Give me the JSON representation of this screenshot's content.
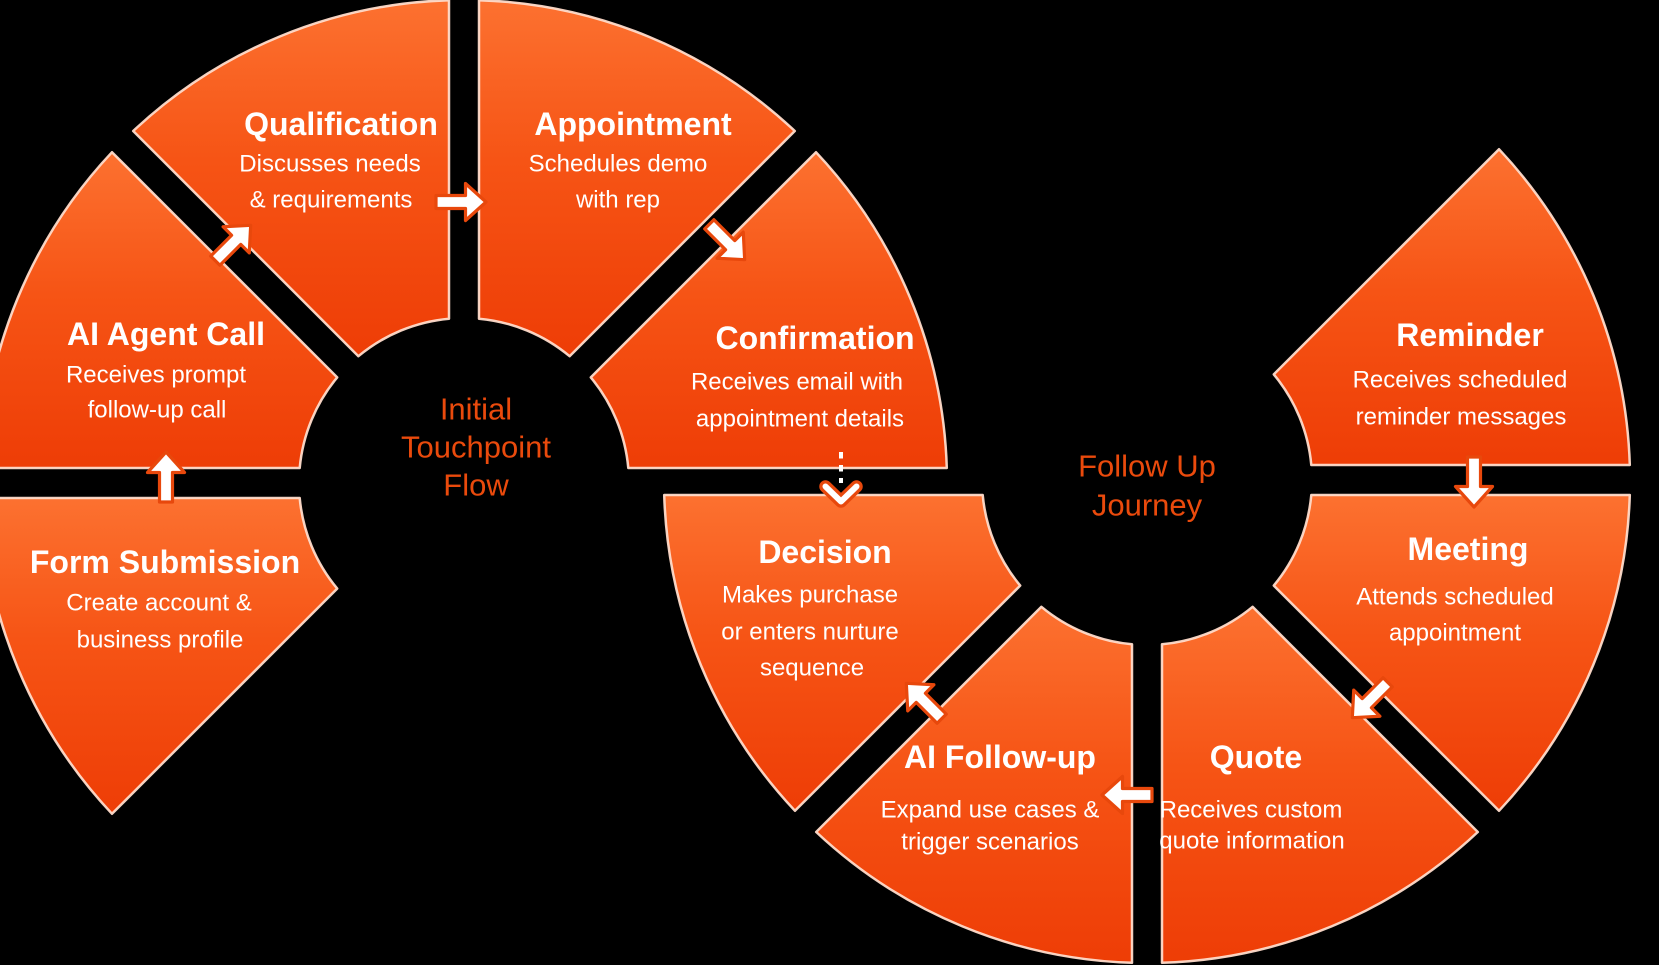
{
  "diagram_title": "Dual ring customer journey flow",
  "colors": {
    "background": "#000000",
    "wedge_gradient_top": "#FC7130",
    "wedge_gradient_mid": "#F65415",
    "wedge_gradient_bottom": "#EE3D06",
    "wedge_stroke": "#FFDCCB",
    "segment_text": "#FFFFFF",
    "center_label_text": "#EA4A0C",
    "arrow_fill": "#FFFFFF",
    "arrow_outline": "#E8480C"
  },
  "rings": [
    {
      "id": "initial-touchpoint-flow",
      "center_label_lines": [
        "Initial",
        "Touchpoint",
        "Flow"
      ],
      "segments": [
        {
          "id": "form-submission",
          "title": "Form Submission",
          "lines": [
            "Create account &",
            "business profile"
          ]
        },
        {
          "id": "ai-agent-call",
          "title": "AI Agent Call",
          "lines": [
            "Receives prompt",
            "follow-up call"
          ]
        },
        {
          "id": "qualification",
          "title": "Qualification",
          "lines": [
            "Discusses needs",
            "& requirements"
          ]
        },
        {
          "id": "appointment",
          "title": "Appointment",
          "lines": [
            "Schedules demo",
            "with rep"
          ]
        },
        {
          "id": "confirmation",
          "title": "Confirmation",
          "lines": [
            "Receives email with",
            "appointment details"
          ]
        }
      ]
    },
    {
      "id": "follow-up-journey",
      "center_label_lines": [
        "Follow Up",
        "Journey"
      ],
      "segments": [
        {
          "id": "reminder",
          "title": "Reminder",
          "lines": [
            "Receives scheduled",
            "reminder messages"
          ]
        },
        {
          "id": "meeting",
          "title": "Meeting",
          "lines": [
            "Attends scheduled",
            "appointment"
          ]
        },
        {
          "id": "quote",
          "title": "Quote",
          "lines": [
            "Receives custom",
            "quote information"
          ]
        },
        {
          "id": "ai-follow-up",
          "title": "AI Follow-up",
          "lines": [
            "Expand use cases &",
            "trigger scenarios"
          ]
        },
        {
          "id": "decision",
          "title": "Decision",
          "lines": [
            "Makes purchase",
            "or enters nurture",
            "sequence"
          ]
        }
      ]
    }
  ],
  "flow": [
    {
      "from": "form-submission",
      "to": "ai-agent-call",
      "style": "solid"
    },
    {
      "from": "ai-agent-call",
      "to": "qualification",
      "style": "solid"
    },
    {
      "from": "qualification",
      "to": "appointment",
      "style": "solid"
    },
    {
      "from": "appointment",
      "to": "confirmation",
      "style": "solid"
    },
    {
      "from": "confirmation",
      "to": "decision",
      "style": "dashed"
    },
    {
      "from": "reminder",
      "to": "meeting",
      "style": "solid"
    },
    {
      "from": "meeting",
      "to": "quote",
      "style": "solid"
    },
    {
      "from": "quote",
      "to": "ai-follow-up",
      "style": "solid"
    },
    {
      "from": "ai-follow-up",
      "to": "decision",
      "style": "solid"
    }
  ]
}
